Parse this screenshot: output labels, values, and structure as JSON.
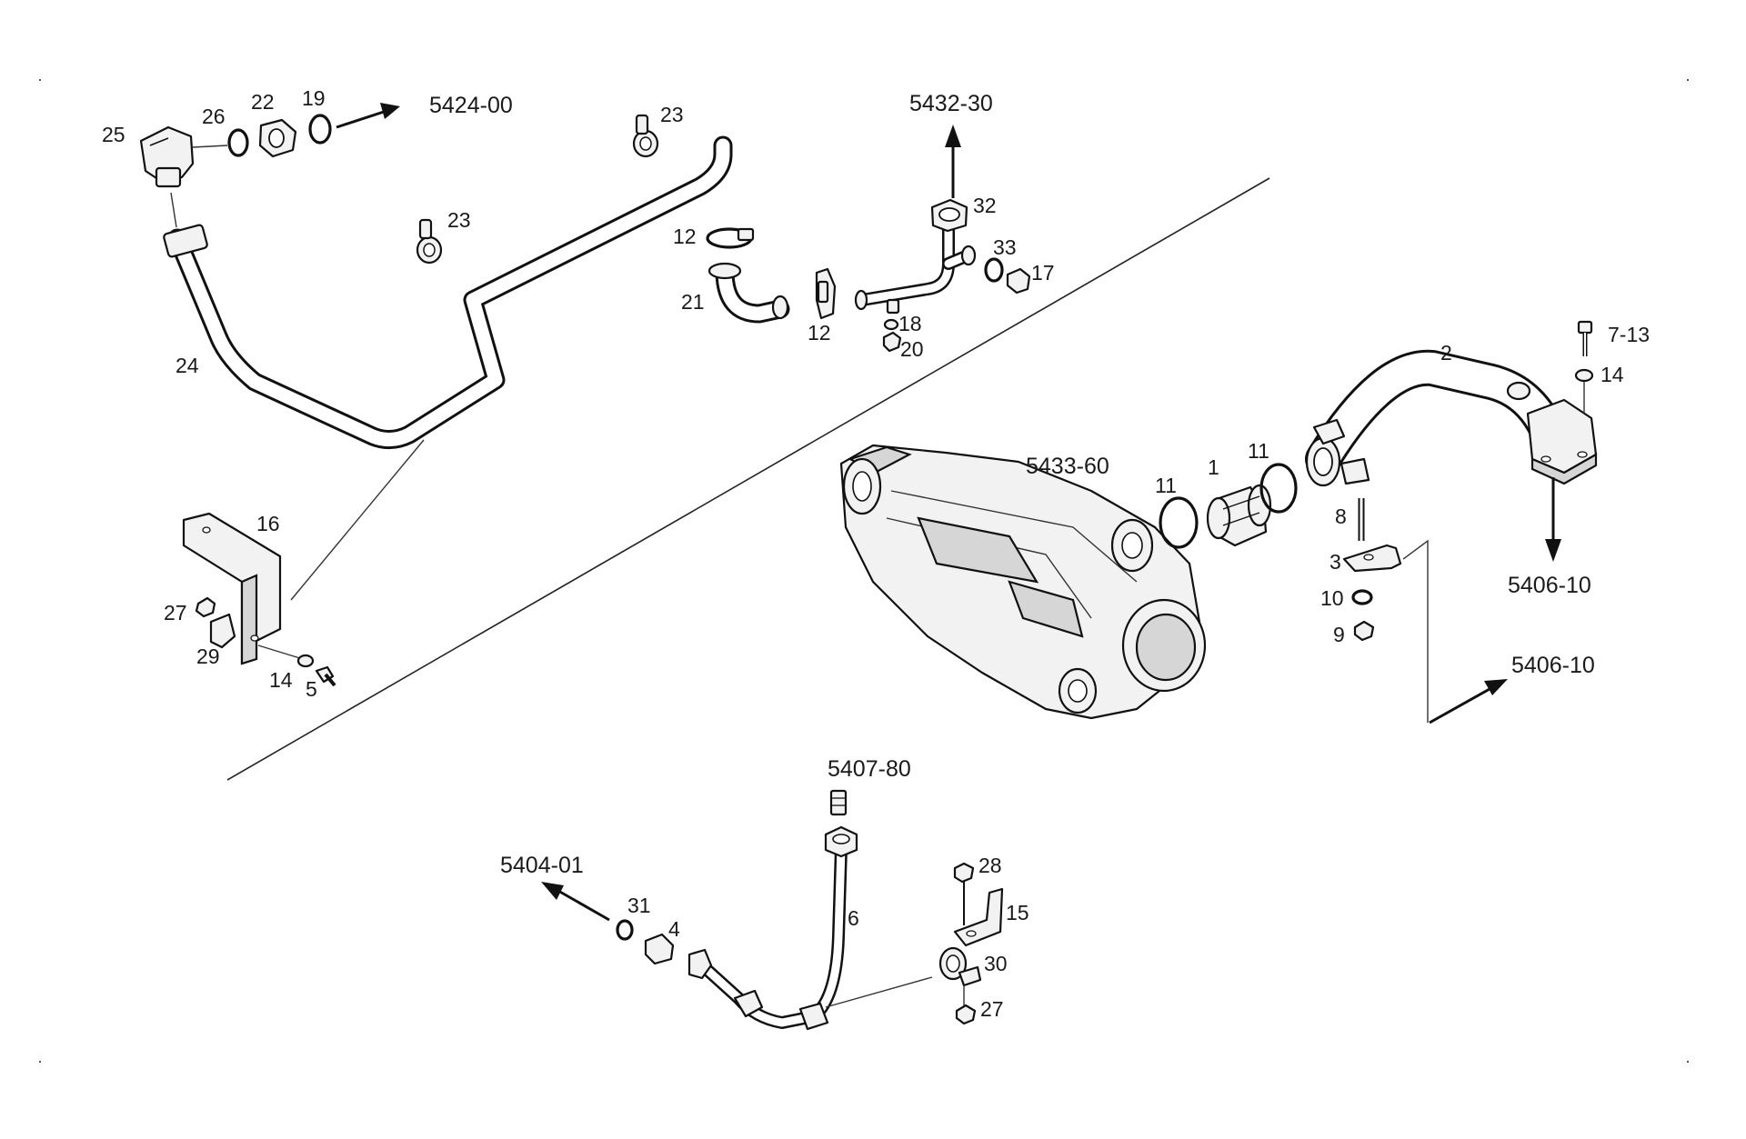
{
  "diagram": {
    "references": {
      "ref_5424_00": "5424-00",
      "ref_5432_30": "5432-30",
      "ref_5433_60": "5433-60",
      "ref_5406_10_a": "5406-10",
      "ref_5406_10_b": "5406-10",
      "ref_5407_80": "5407-80",
      "ref_5404_01": "5404-01"
    },
    "callouts": {
      "c25": "25",
      "c26": "26",
      "c22": "22",
      "c19": "19",
      "c23a": "23",
      "c23b": "23",
      "c24": "24",
      "c12a": "12",
      "c12b": "12",
      "c21": "21",
      "c32": "32",
      "c33": "33",
      "c17": "17",
      "c18": "18",
      "c20": "20",
      "c16": "16",
      "c27a": "27",
      "c29": "29",
      "c14a": "14",
      "c5": "5",
      "c11a": "11",
      "c1": "1",
      "c11b": "11",
      "c2": "2",
      "c7_13": "7-13",
      "c14b": "14",
      "c8": "8",
      "c3": "3",
      "c10": "10",
      "c9": "9",
      "c31": "31",
      "c4": "4",
      "c6": "6",
      "c28": "28",
      "c15": "15",
      "c30": "30",
      "c27b": "27"
    }
  }
}
